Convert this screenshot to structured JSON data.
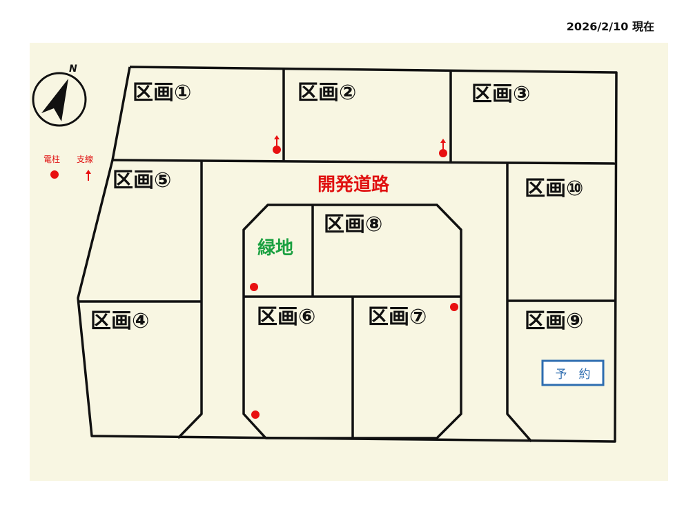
{
  "date_label": "2026/2/10 現在",
  "compass": {
    "north_label": "N"
  },
  "legend": {
    "pole_label": "電柱",
    "guy_wire_label": "支線"
  },
  "road_label": "開発道路",
  "green_label": "緑地",
  "lots": {
    "l1": "区画①",
    "l2": "区画②",
    "l3": "区画③",
    "l4": "区画④",
    "l5": "区画⑤",
    "l6": "区画⑥",
    "l7": "区画⑦",
    "l8": "区画⑧",
    "l9": "区画⑨",
    "l10": "区画⑩"
  },
  "reserved_badge": "予　約",
  "colors": {
    "background": "#f8f6e2",
    "line": "#111111",
    "road_text": "#e01010",
    "green_text": "#1aa040",
    "marker": "#e81010",
    "badge": "#2e6db0"
  }
}
